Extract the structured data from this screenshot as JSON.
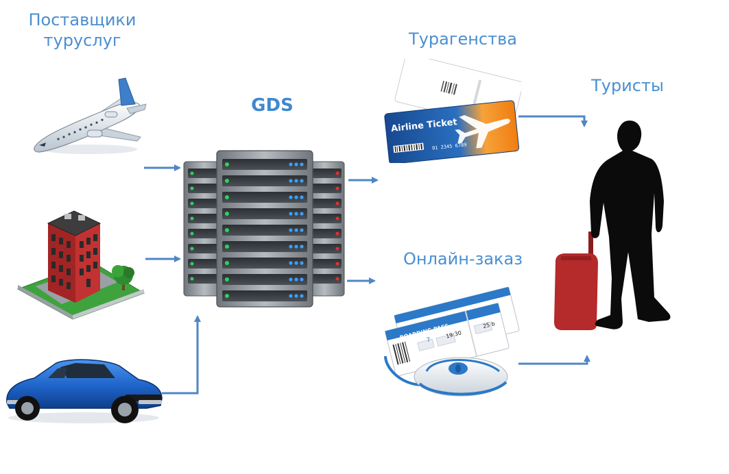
{
  "labels": {
    "suppliers_line1": "Поставщики",
    "suppliers_line2": "туруслуг",
    "gds": "GDS",
    "agencies": "Турагенства",
    "online_booking": "Онлайн-заказ",
    "tourists": "Туристы"
  },
  "ticket": {
    "title": "Airline Ticket",
    "number": "01 2345 6789"
  },
  "boarding_pass": {
    "title": "BOARDING PASS",
    "gate": "7",
    "time": "19:30",
    "seat": "25 b"
  },
  "colors": {
    "label_blue": "#4a8fd1",
    "arrow_blue": "#4f86c6",
    "server_gray": "#8e9398",
    "car_blue": "#1e63c9",
    "building_red": "#b42a2a",
    "ticket_orange": "#f28a1d",
    "ticket_blue": "#1f5aa6",
    "suitcase_red": "#b52a2a",
    "silhouette": "#0b0b0b"
  },
  "icons": [
    "airplane-icon",
    "building-icon",
    "car-icon",
    "server-rack-icon",
    "airline-ticket-icon",
    "boarding-pass-mouse-icon",
    "tourist-silhouette-icon",
    "suitcase-icon"
  ]
}
